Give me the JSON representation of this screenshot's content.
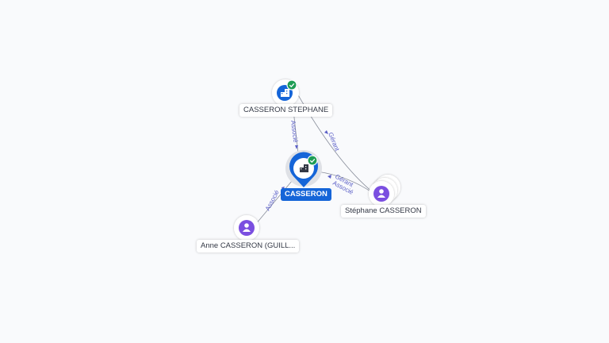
{
  "nodes": {
    "main_company": {
      "label": "CASSERON",
      "color": "#1565d8",
      "badge_color": "#1f9d55",
      "icon": "building-icon"
    },
    "company_stephane": {
      "label": "CASSERON STEPHANE",
      "color": "#1565d8",
      "badge_color": "#1f9d55",
      "icon": "building-icon"
    },
    "person_stephane": {
      "label": "Stéphane CASSERON",
      "color": "#7b4fe0",
      "icon": "person-icon"
    },
    "person_anne": {
      "label": "Anne CASSERON (GUILL...",
      "color": "#7b4fe0",
      "icon": "person-icon"
    }
  },
  "edges": {
    "stephane_company_to_main": {
      "label": "Associé"
    },
    "person_stephane_to_company_stephane": {
      "label": "Gérant"
    },
    "person_stephane_to_main_gerant": {
      "label": "Gérant"
    },
    "person_stephane_to_main_associe": {
      "label": "Associé"
    },
    "person_anne_to_main": {
      "label": "Associé"
    }
  }
}
